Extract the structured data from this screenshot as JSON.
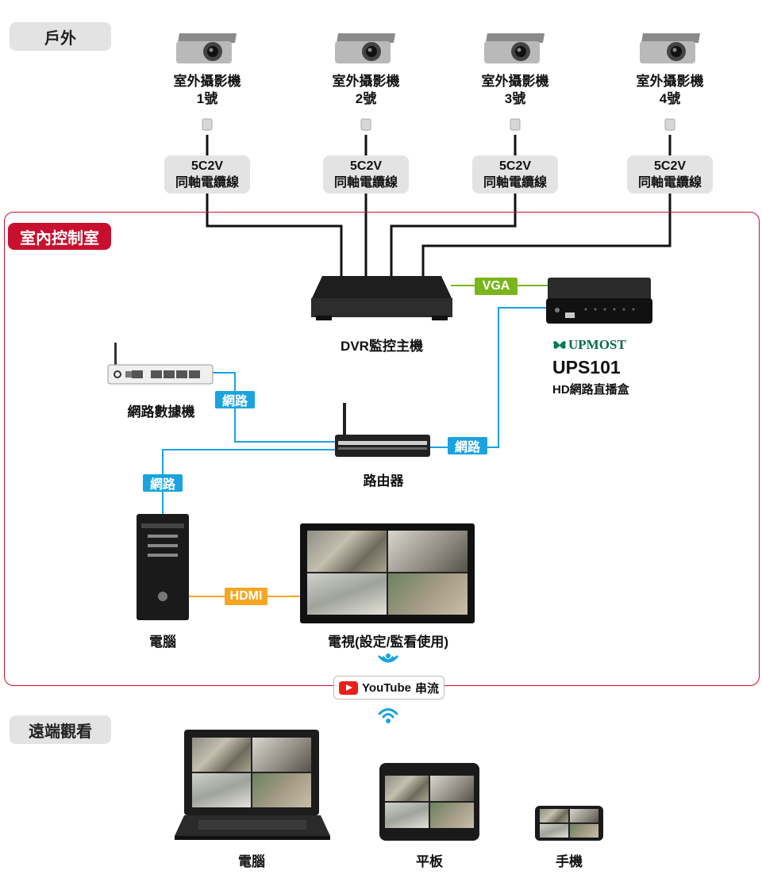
{
  "sections": {
    "outdoor": "戶外",
    "indoor": "室內控制室",
    "remote": "遠端觀看"
  },
  "cameras": [
    {
      "name": "室外攝影機",
      "number": "1號"
    },
    {
      "name": "室外攝影機",
      "number": "2號"
    },
    {
      "name": "室外攝影機",
      "number": "3號"
    },
    {
      "name": "室外攝影機",
      "number": "4號"
    }
  ],
  "cable": {
    "line1": "5C2V",
    "line2": "同軸電纜線"
  },
  "connections": {
    "vga": "VGA",
    "network": "網路",
    "hdmi": "HDMI"
  },
  "devices": {
    "dvr": "DVR監控主機",
    "ups_brand": "UPMOST",
    "ups_model": "UPS101",
    "ups_desc": "HD網路直播盒",
    "switch": "網路數據機",
    "router": "路由器",
    "pc": "電腦",
    "tv": "電視(設定/監看使用)"
  },
  "stream": {
    "platform": "YouTube",
    "label": "串流"
  },
  "remote_devices": {
    "laptop": "電腦",
    "tablet": "平板",
    "phone": "手機"
  },
  "colors": {
    "accent_red": "#c8102e",
    "network_blue": "#1aa3de",
    "vga_green": "#7ab51d",
    "hdmi_orange": "#f5a623",
    "youtube_red": "#e62117"
  }
}
